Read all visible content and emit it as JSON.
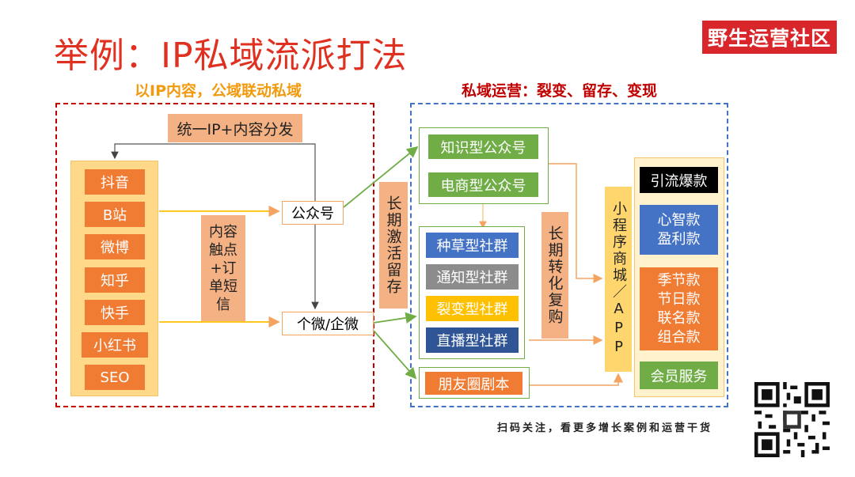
{
  "header": {
    "title": "举例：IP私域流派打法",
    "brand": "野生运营社区"
  },
  "left": {
    "subtitle": "以IP内容，公域联动私域",
    "distribution_label": "统一IP+内容分发",
    "platforms": [
      "抖音",
      "B站",
      "微博",
      "知乎",
      "快手",
      "小红书",
      "SEO"
    ],
    "touchpoint_label": "内容触点+订单短信",
    "gzh_label": "公众号",
    "wecom_label": "个微/企微"
  },
  "right": {
    "subtitle": "私域运营：裂变、留存、变现",
    "retention_label": "长期激活留存",
    "public_accounts": [
      "知识型公众号",
      "电商型公众号"
    ],
    "groups": [
      {
        "label": "种草型社群",
        "color": "#4472c4"
      },
      {
        "label": "通知型社群",
        "color": "#8c8c8c"
      },
      {
        "label": "裂变型社群",
        "color": "#ffc000"
      },
      {
        "label": "直播型社群",
        "color": "#2f5597"
      }
    ],
    "conversion_label": "长期转化复购",
    "moments_label": "朋友圈剧本",
    "mall_label": "小程序商城／APP",
    "products": {
      "hot": "引流爆款",
      "smart_line1": "心智款",
      "smart_line2": "盈利款",
      "season_lines": [
        "季节款",
        "节日款",
        "联名款",
        "组合款"
      ],
      "member": "会员服务"
    }
  },
  "footer": {
    "caption": "扫码关注，看更多增长案例和运营干货",
    "qr_icon": "qr-code-icon"
  },
  "colors": {
    "title_red": "#e03020",
    "orange": "#f07c34",
    "green": "#70ad47",
    "blue": "#4472c4",
    "salmon": "#f4b183"
  }
}
